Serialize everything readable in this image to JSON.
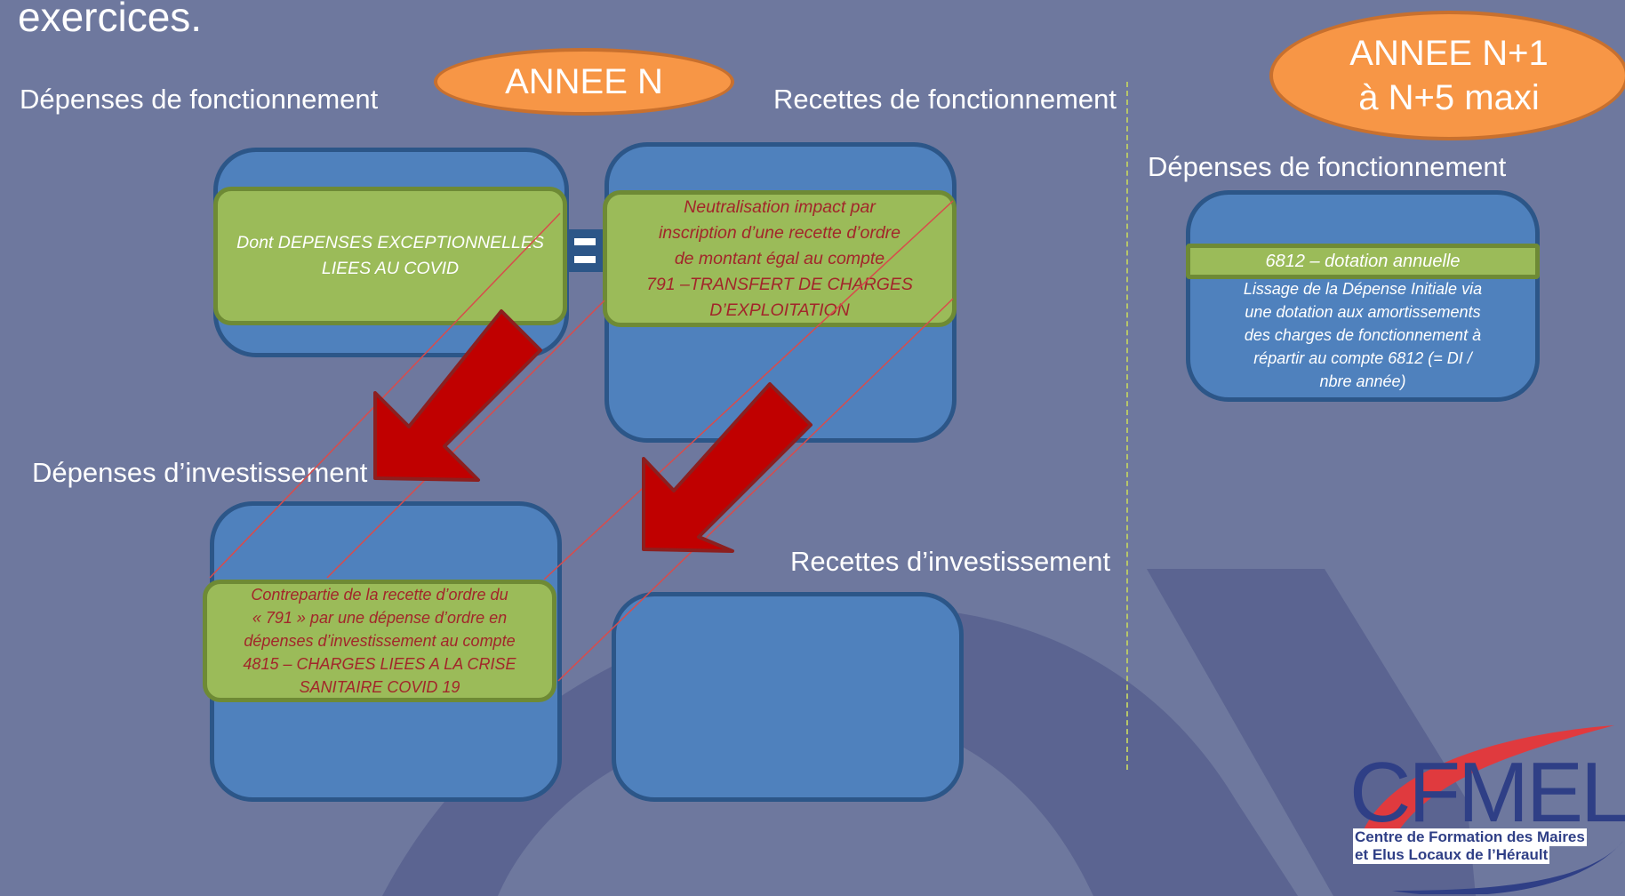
{
  "slide": {
    "title_fragment": "exercices.",
    "annee_n": "ANNEE N",
    "annee_n1_line1": "ANNEE N+1",
    "annee_n1_line2": "à N+5 maxi"
  },
  "headings": {
    "dep_fonct_left": "Dépenses de fonctionnement",
    "rec_fonct": "Recettes de fonctionnement",
    "dep_invest": "Dépenses d’investissement",
    "rec_invest": "Recettes d’investissement",
    "dep_fonct_right": "Dépenses de fonctionnement"
  },
  "boxes": {
    "covid_expenses_line1": "Dont DEPENSES EXCEPTIONNELLES",
    "covid_expenses_line2": "LIEES AU COVID",
    "equals_sign": "=",
    "neutralisation_line1": "Neutralisation impact par",
    "neutralisation_line2": "inscription d’une recette d’ordre",
    "neutralisation_line3": "de montant égal au compte",
    "neutralisation_line4": "791 –TRANSFERT DE CHARGES",
    "neutralisation_line5": "D’EXPLOITATION",
    "contrepartie_line1": "Contrepartie de la recette d’ordre   du",
    "contrepartie_line2": "« 791 » par une dépense d’ordre en",
    "contrepartie_line3": "dépenses d’investissement au compte",
    "contrepartie_line4": "4815 – CHARGES LIEES A LA CRISE",
    "contrepartie_line5": "SANITAIRE COVID 19",
    "dotation_label": "6812 – dotation annuelle",
    "lissage_line1": "Lissage de la Dépense Initiale via",
    "lissage_line2": "une dotation aux amortissements",
    "lissage_line3": "des charges de fonctionnement à",
    "lissage_line4": "répartir au compte  6812 (= DI /",
    "lissage_line5": "nbre année)"
  },
  "logo": {
    "name": "CFMEL",
    "line1": "Centre de Formation des Maires",
    "line2": "et Elus Locaux de l’Hérault"
  },
  "colors": {
    "background": "#6e789e",
    "box_blue": "#4f81bd",
    "box_green": "#9bbb59",
    "arrow_red": "#c00000",
    "oval_orange": "#f79646"
  }
}
